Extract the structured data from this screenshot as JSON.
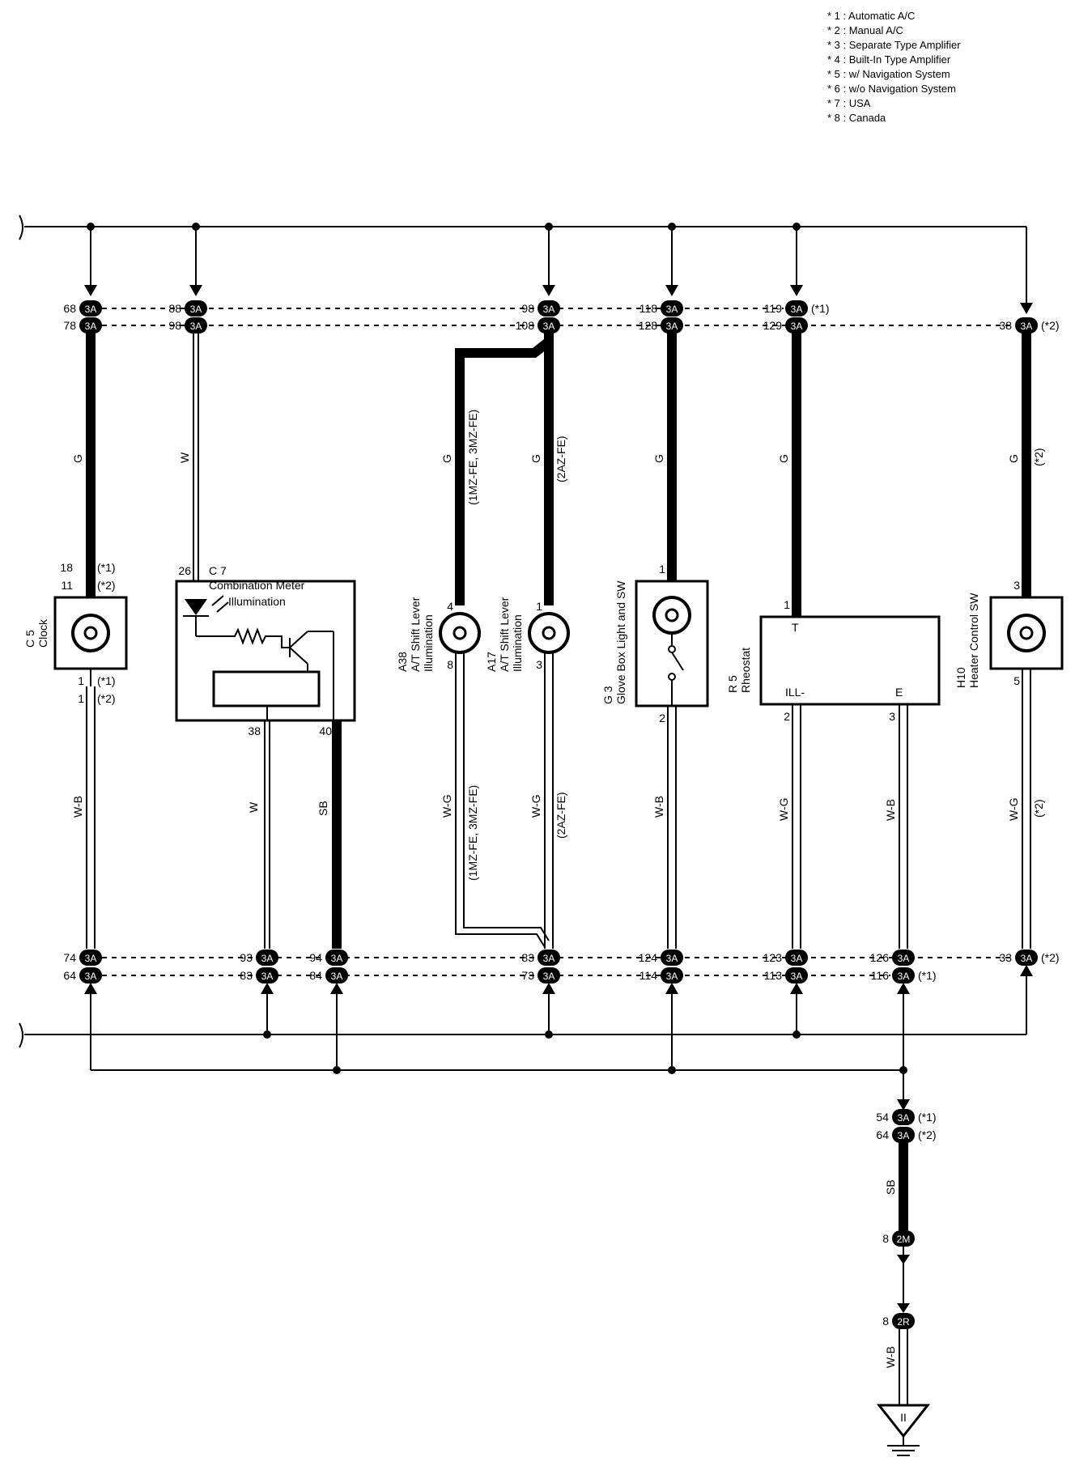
{
  "notes": [
    "* 1 : Automatic A/C",
    "* 2 : Manual A/C",
    "* 3 : Separate Type Amplifier",
    "* 4 : Built-In Type Amplifier",
    "* 5 : w/ Navigation System",
    "* 6 : w/o Navigation System",
    "* 7 : USA",
    "* 8 : Canada"
  ],
  "connector_code": "3A",
  "connector_2m": "2M",
  "connector_2r": "2R",
  "top_row1": {
    "c5": "68",
    "c7": "88",
    "a": "98",
    "g3": "118",
    "r5": "119",
    "r5_note": "(*1)"
  },
  "top_row2": {
    "c5": "78",
    "c7": "98",
    "a": "108",
    "g3": "128",
    "r5": "129",
    "h10": "38",
    "h10_note": "(*2)"
  },
  "bot_row1": {
    "c5": "74",
    "c7a": "93",
    "c7b": "94",
    "a": "83",
    "g3": "124",
    "r5a": "123",
    "r5b": "126",
    "h10": "33",
    "h10_note": "(*2)"
  },
  "bot_row2": {
    "c5": "64",
    "c7a": "83",
    "c7b": "84",
    "a": "73",
    "g3": "114",
    "r5a": "113",
    "r5b": "116",
    "r5b_note": "(*1)"
  },
  "wires": {
    "g": "G",
    "w": "W",
    "wb": "W-B",
    "sb": "SB",
    "wg": "W-G",
    "g_1mz": "G",
    "g_2az": "G",
    "eng_1mz": "(1MZ-FE, 3MZ-FE)",
    "eng_2az": "(2AZ-FE)",
    "h10_g_note": "(*2)",
    "h10_wg_note": "(*2)"
  },
  "c5": {
    "id": "C 5",
    "name": "Clock",
    "pin_top1": "18",
    "pin_top1_note": "(*1)",
    "pin_top2": "11",
    "pin_top2_note": "(*2)",
    "pin_bot1": "1",
    "pin_bot1_note": "(*1)",
    "pin_bot2": "1",
    "pin_bot2_note": "(*2)"
  },
  "c7": {
    "id": "C 7",
    "name": "Combination Meter",
    "pin_top": "26",
    "illum": "Illumination",
    "pin_b1": "38",
    "pin_b2": "40"
  },
  "a38": {
    "id": "A38",
    "name1": "A/T Shift Lever",
    "name2": "Illumination",
    "pin_top": "4",
    "pin_bot": "8"
  },
  "a17": {
    "id": "A17",
    "name1": "A/T Shift Lever",
    "name2": "Illumination",
    "pin_top": "1",
    "pin_bot": "3"
  },
  "g3": {
    "id": "G 3",
    "name": "Glove Box Light and SW",
    "pin_top": "1",
    "pin_bot": "2"
  },
  "r5": {
    "id": "R 5",
    "name": "Rheostat",
    "pin_t": "T",
    "pin_ill": "ILL-",
    "pin_e": "E",
    "pin_top": "1",
    "pin_b1": "2",
    "pin_b2": "3"
  },
  "h10": {
    "id": "H10",
    "name": "Heater Control SW",
    "pin_top": "3",
    "pin_bot": "5"
  },
  "ground": {
    "p1": "54",
    "p1_note": "(*1)",
    "p2": "64",
    "p2_note": "(*2)",
    "wire1": "SB",
    "pin_2m": "8",
    "pin_2r": "8",
    "wire2": "W-B"
  }
}
